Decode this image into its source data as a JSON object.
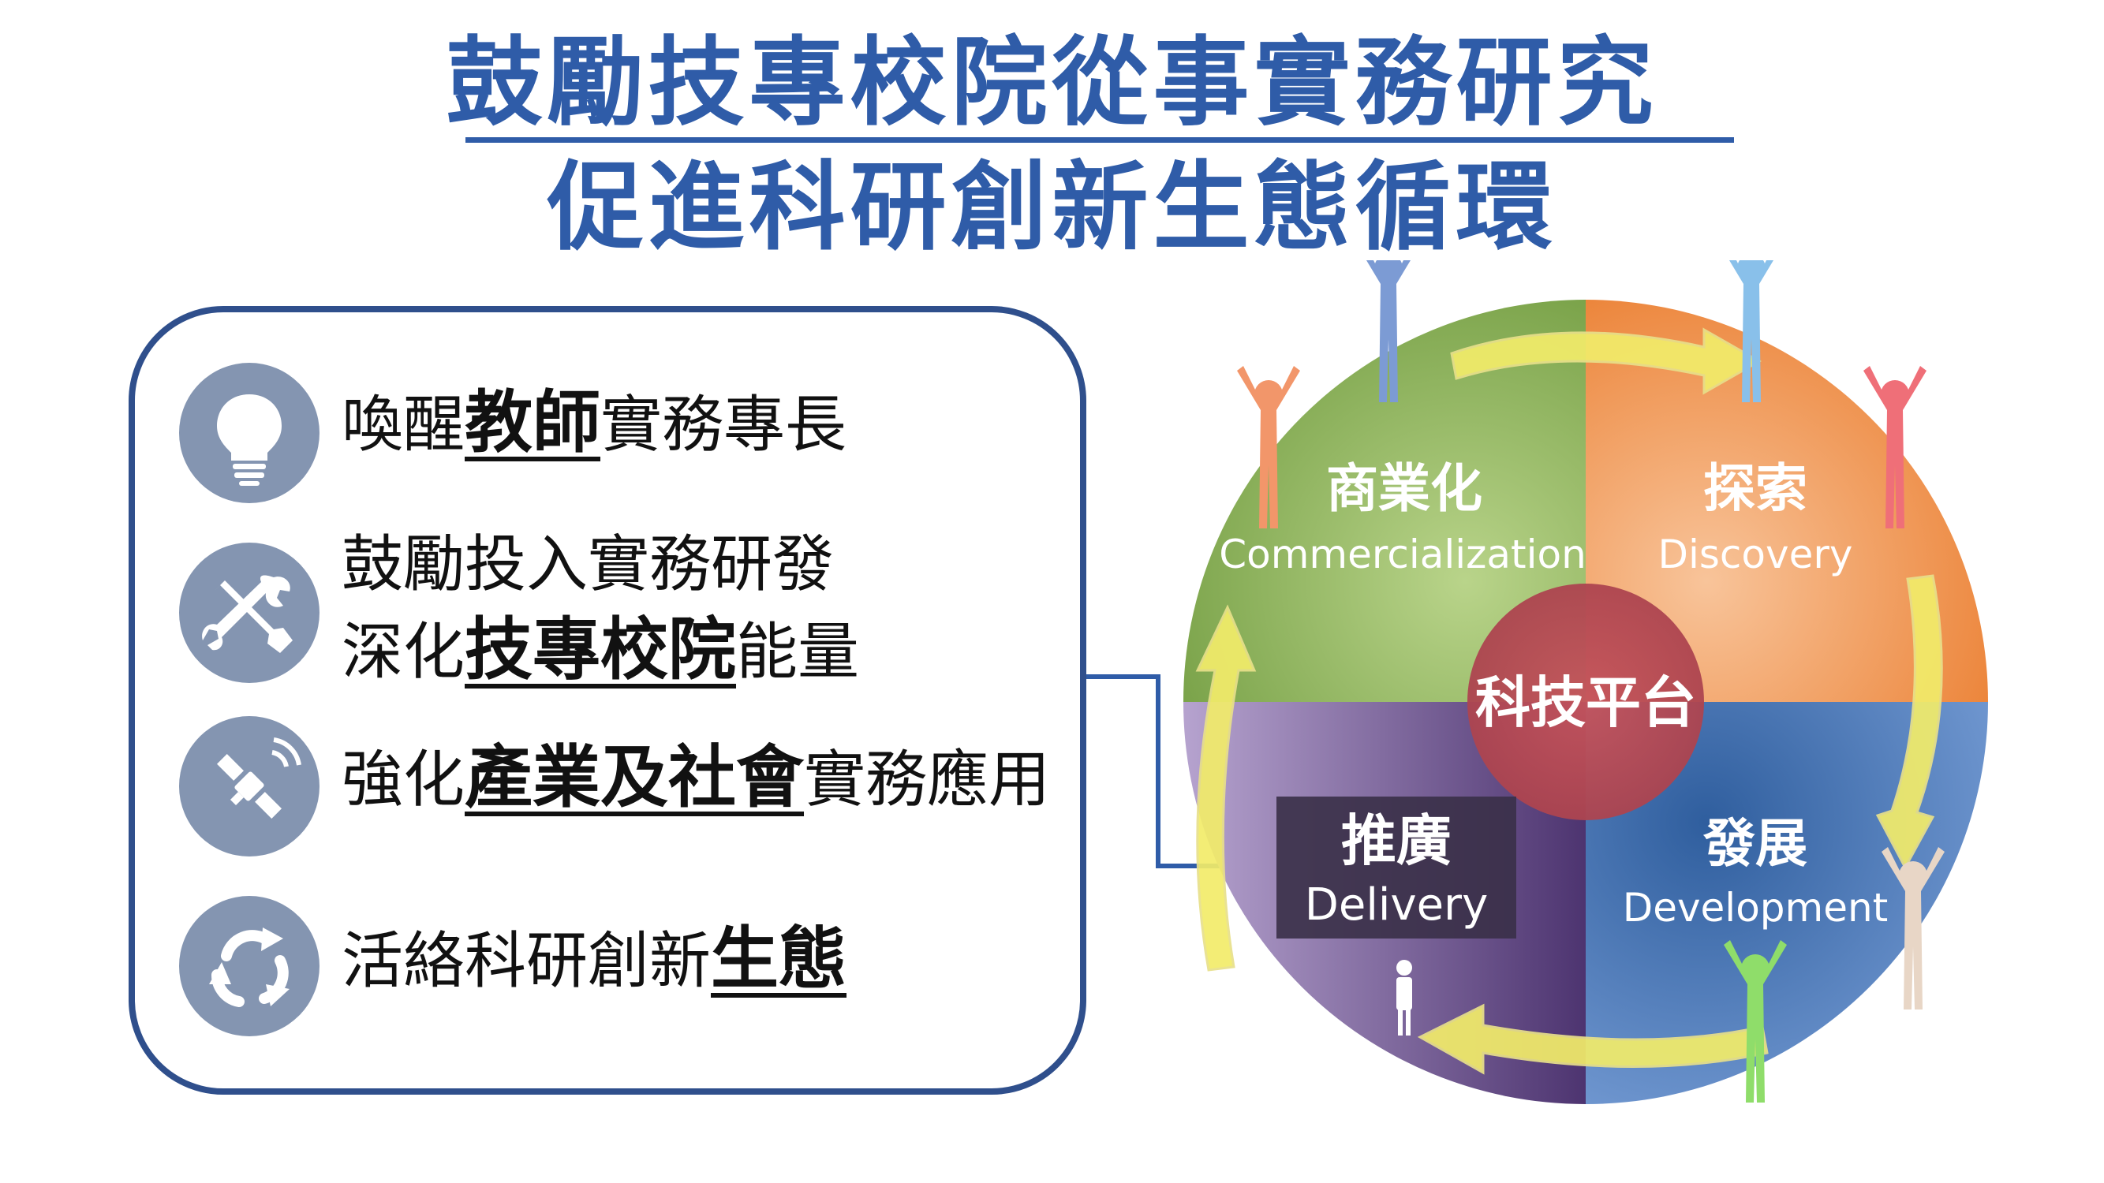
{
  "title": {
    "line1": "鼓勵技專校院從事實務研究",
    "line2": "促進科研創新生態循環"
  },
  "panel": {
    "items": [
      {
        "icon": "lightbulb-icon",
        "pre": "喚醒",
        "strong": "教師",
        "post": "實務專長"
      },
      {
        "icon": "tools-icon",
        "line1": "鼓勵投入實務研發",
        "pre": "深化",
        "strong": "技專校院",
        "post": "能量"
      },
      {
        "icon": "satellite-icon",
        "pre": "強化",
        "strong": "產業及社會",
        "post": "實務應用"
      },
      {
        "icon": "recycle-icon",
        "pre": "活絡科研創新",
        "strong": "生態",
        "post": ""
      }
    ]
  },
  "cycle": {
    "center": "科技平台",
    "quadrants": [
      {
        "zh": "商業化",
        "en": "Commercialization",
        "color": "#7fa84a"
      },
      {
        "zh": "探索",
        "en": "Discovery",
        "color": "#ee8a3a"
      },
      {
        "zh": "發展",
        "en": "Development",
        "color": "#4a78b8"
      },
      {
        "zh": "推廣",
        "en": "Delivery",
        "color": "#7a5a98"
      }
    ],
    "center_color": "#b54a55",
    "arrow_color": "#f2ec6a"
  },
  "colors": {
    "title": "#2f5ca8",
    "panel_border": "#2f4f8c",
    "icon_bg": "#8495b1"
  }
}
